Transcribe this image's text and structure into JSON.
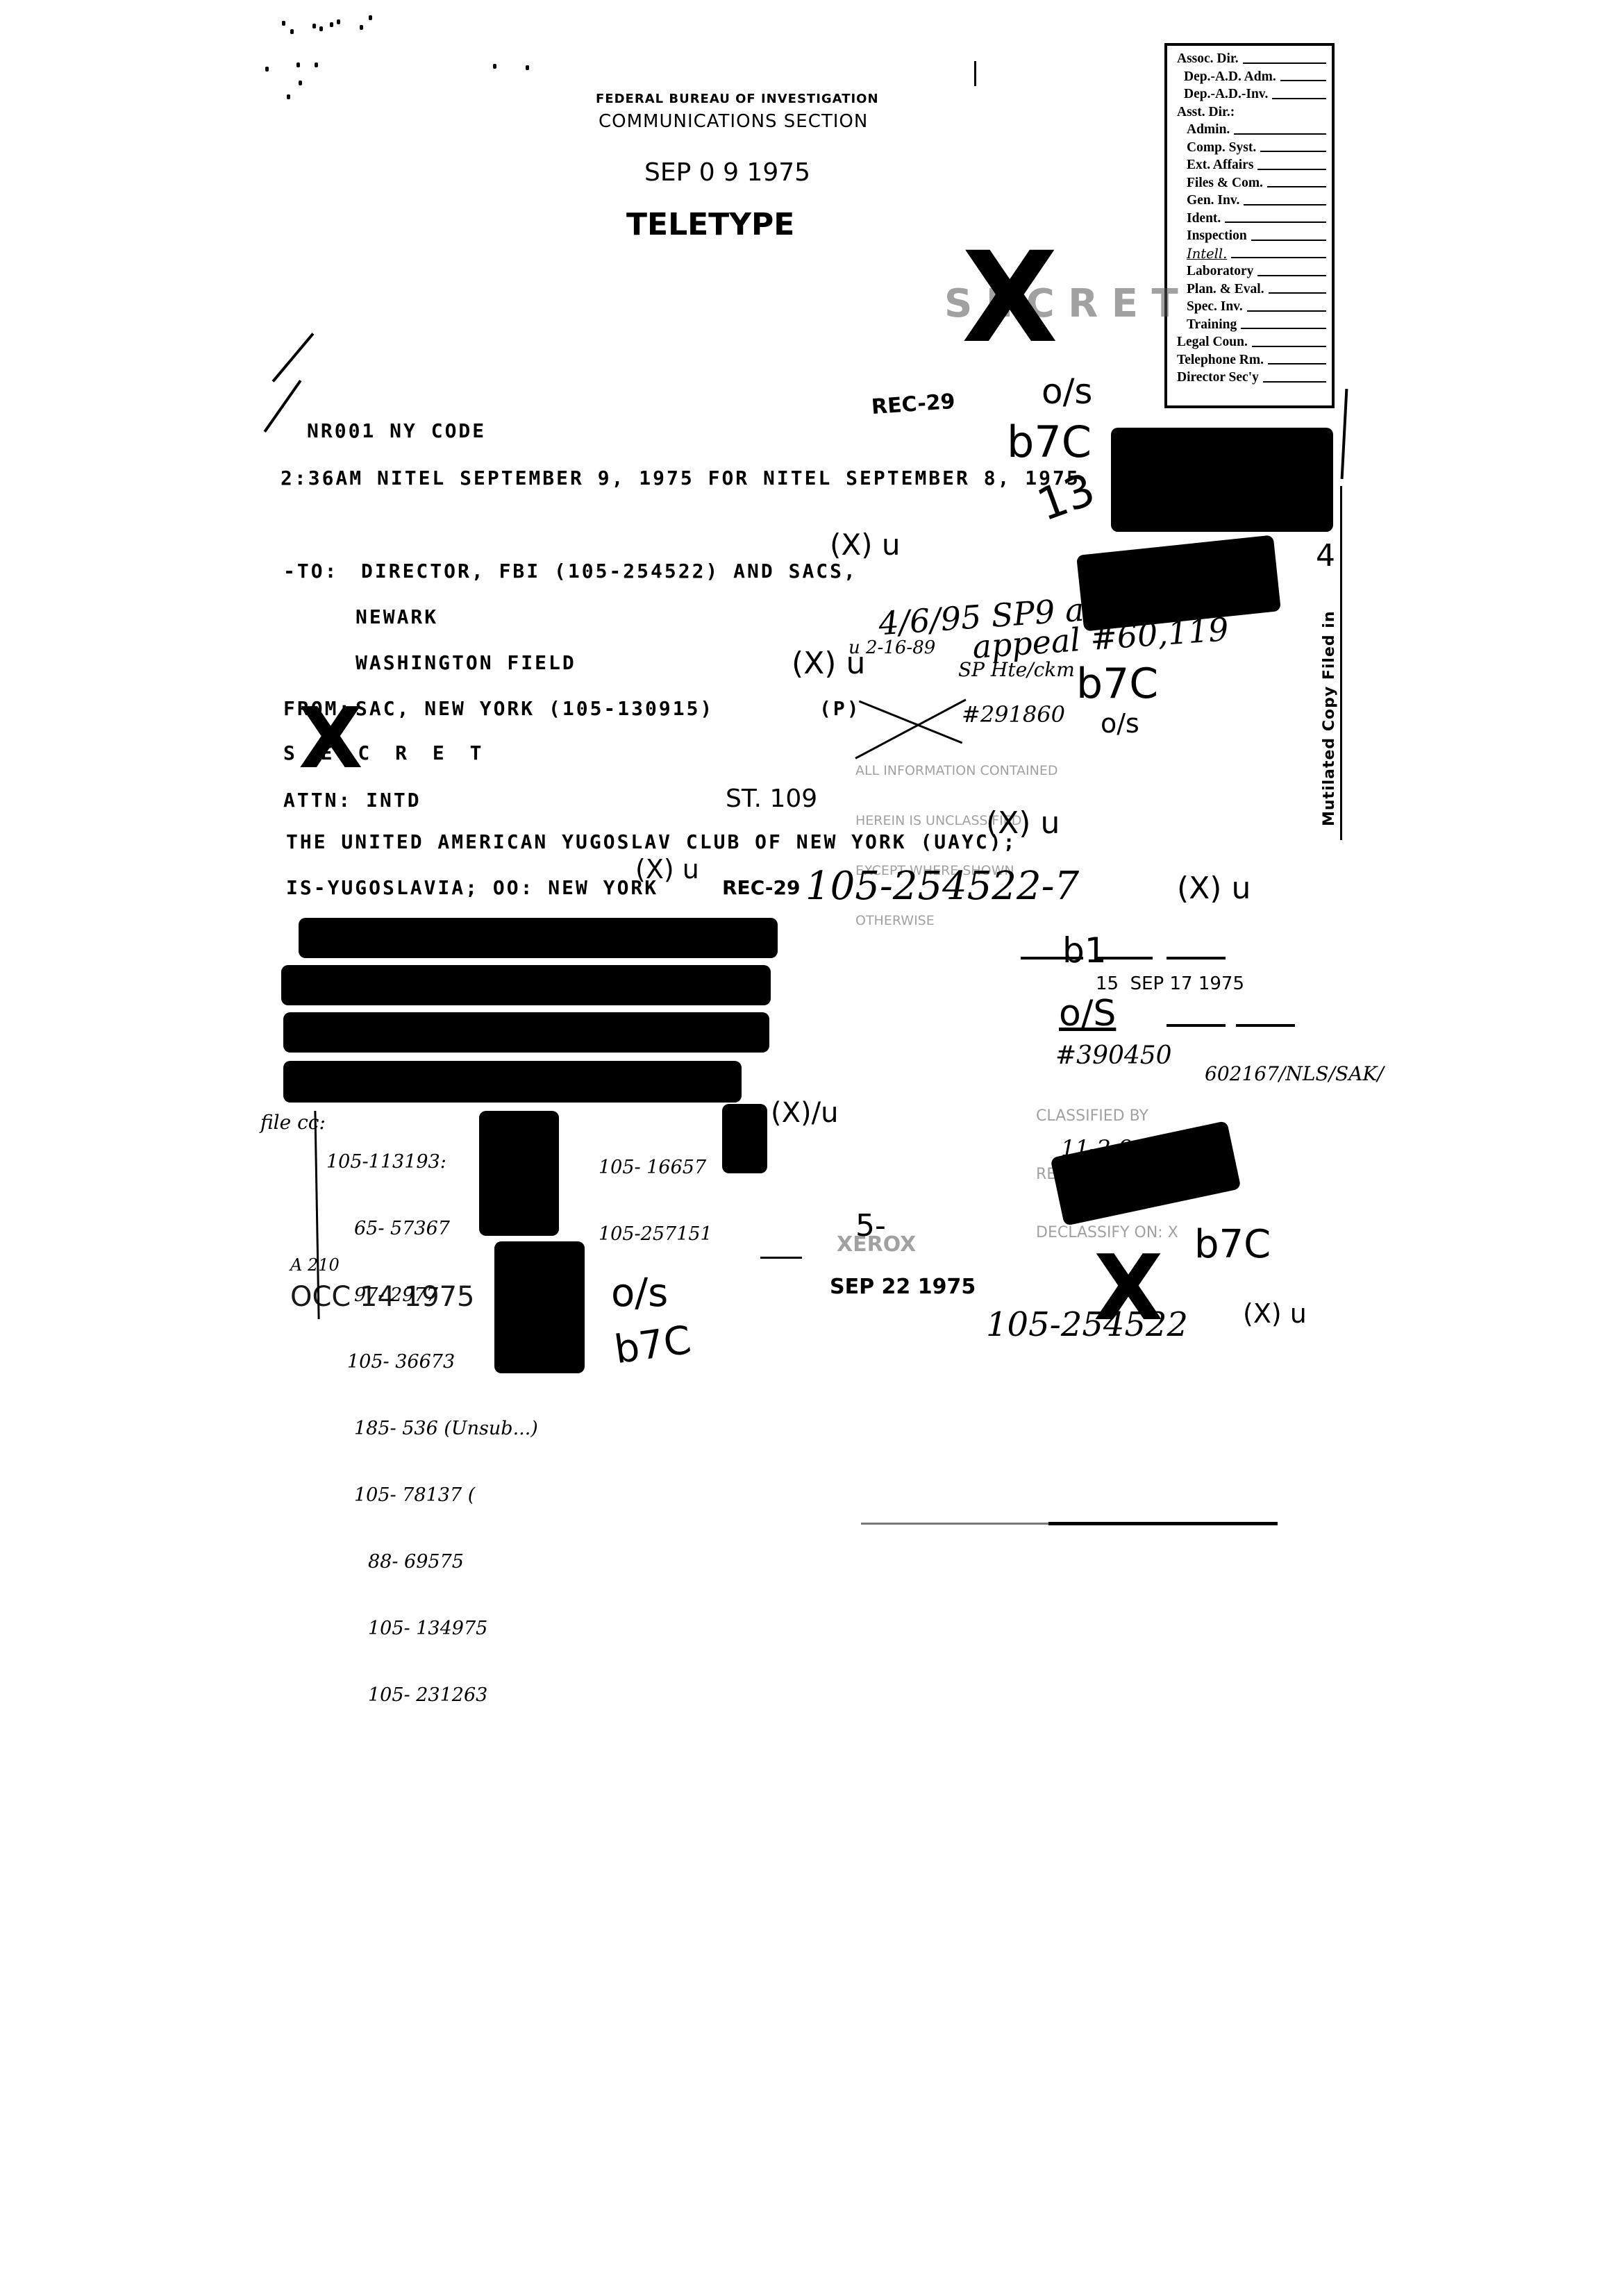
{
  "header": {
    "agency": "FEDERAL BUREAU OF INVESTIGATION",
    "section": "COMMUNICATIONS SECTION",
    "date_stamp": "SEP 0 9 1975",
    "type": "TELETYPE"
  },
  "routing_slip": {
    "items": [
      {
        "label": "Assoc. Dir.",
        "indent": 0
      },
      {
        "label": "Dep.-A.D. Adm.",
        "indent": 1
      },
      {
        "label": "Dep.-A.D.-Inv.",
        "indent": 1
      },
      {
        "label": "Asst. Dir.:",
        "indent": 0,
        "no_line": true
      },
      {
        "label": "Admin.",
        "indent": 2
      },
      {
        "label": "Comp. Syst.",
        "indent": 2
      },
      {
        "label": "Ext. Affairs",
        "indent": 2
      },
      {
        "label": "Files & Com.",
        "indent": 2
      },
      {
        "label": "Gen. Inv.",
        "indent": 2
      },
      {
        "label": "Ident.",
        "indent": 2
      },
      {
        "label": "Inspection",
        "indent": 2
      },
      {
        "label": "Intell.",
        "indent": 2,
        "handwritten_over": true
      },
      {
        "label": "Laboratory",
        "indent": 2
      },
      {
        "label": "Plan. & Eval.",
        "indent": 2
      },
      {
        "label": "Spec. Inv.",
        "indent": 2
      },
      {
        "label": "Training",
        "indent": 2
      },
      {
        "label": "Legal Coun.",
        "indent": 0
      },
      {
        "label": "Telephone Rm.",
        "indent": 0
      },
      {
        "label": "Director Sec'y",
        "indent": 0
      }
    ]
  },
  "vertical_stamp": "Mutilated Copy Filed in",
  "teletype": {
    "line1": "NR001 NY CODE",
    "line2": "2:36AM NITEL SEPTEMBER 9, 1975 FOR NITEL SEPTEMBER 8, 1975",
    "to_label": "-TO:",
    "to_line1": "DIRECTOR, FBI (105-254522) AND SACS,",
    "to_line2": "NEWARK",
    "to_line3": "WASHINGTON FIELD",
    "from_label": "FROM:",
    "from_line": "SAC, NEW YORK (105-130915)",
    "from_priority": "(P)",
    "classification": "S E C R E T",
    "attn": "ATTN: INTD",
    "subject_line1": "THE UNITED AMERICAN YUGOSLAV CLUB OF NEW YORK (UAYC);",
    "subject_line2": "IS-YUGOSLAVIA; OO: NEW YORK"
  },
  "stamps": {
    "st": "ST. 109",
    "rec_top": "REC-29",
    "rec_bottom": "REC-29",
    "sep17": "15  SEP 17 1975",
    "sep22": "SEP 22 1975",
    "xerox": "XEROX",
    "declass_block": [
      "ALL INFORMATION CONTAINED",
      "HEREIN IS UNCLASSIFIED",
      "EXCEPT WHERE SHOWN",
      "OTHERWISE"
    ],
    "classified_by_block": [
      "CLASSIFIED BY",
      "REASON: 1.5 (c,d)",
      "DECLASSIFY ON: X"
    ],
    "classified_by_hand": "602167/NLS/SAK/",
    "occ": "OCC 14 1975"
  },
  "handwritten": {
    "os_top": "o/s",
    "b7c_top": "b7C",
    "num_13": "13",
    "num_4": "4",
    "p_mark": "P",
    "xu_1": "(X) u",
    "xu_2": "(X) u",
    "u_date": "u 2-16-89",
    "date_note": "4/6/95 SP9 aq",
    "appeal_note": "appeal #60,119",
    "sp_note": "SP Hte/ckm",
    "case_291860": "#291860",
    "b7c_mid": "b7C",
    "os_mid": "o/s",
    "xu_subject": "(X) u",
    "xu_is": "(X) u",
    "file_number": "105-254522-7",
    "xu_file": "(X) u",
    "b1": "b1",
    "os_b1": "o/S",
    "case_390450": "#390450",
    "date_11_2_98": "11-2-98",
    "xu_files": "(X)/u",
    "five": "5-",
    "b7c_bottom_right": "b7C",
    "os_bottom": "o/s",
    "b7c_bottom": "b7C",
    "file_bottom": "105-254522",
    "xu_bottom": "(X) u",
    "file_label": "file cc:",
    "a_note": "A 210",
    "file_list_left": [
      "105-113193:",
      "65- 57367",
      "97- 2977",
      "105- 36673",
      "185- 536 (Unsub...)",
      "105- 78137 (",
      "88- 69575",
      "105- 134975",
      "105- 231263"
    ],
    "file_list_right": [
      "105- 16657",
      "105-257151"
    ]
  }
}
